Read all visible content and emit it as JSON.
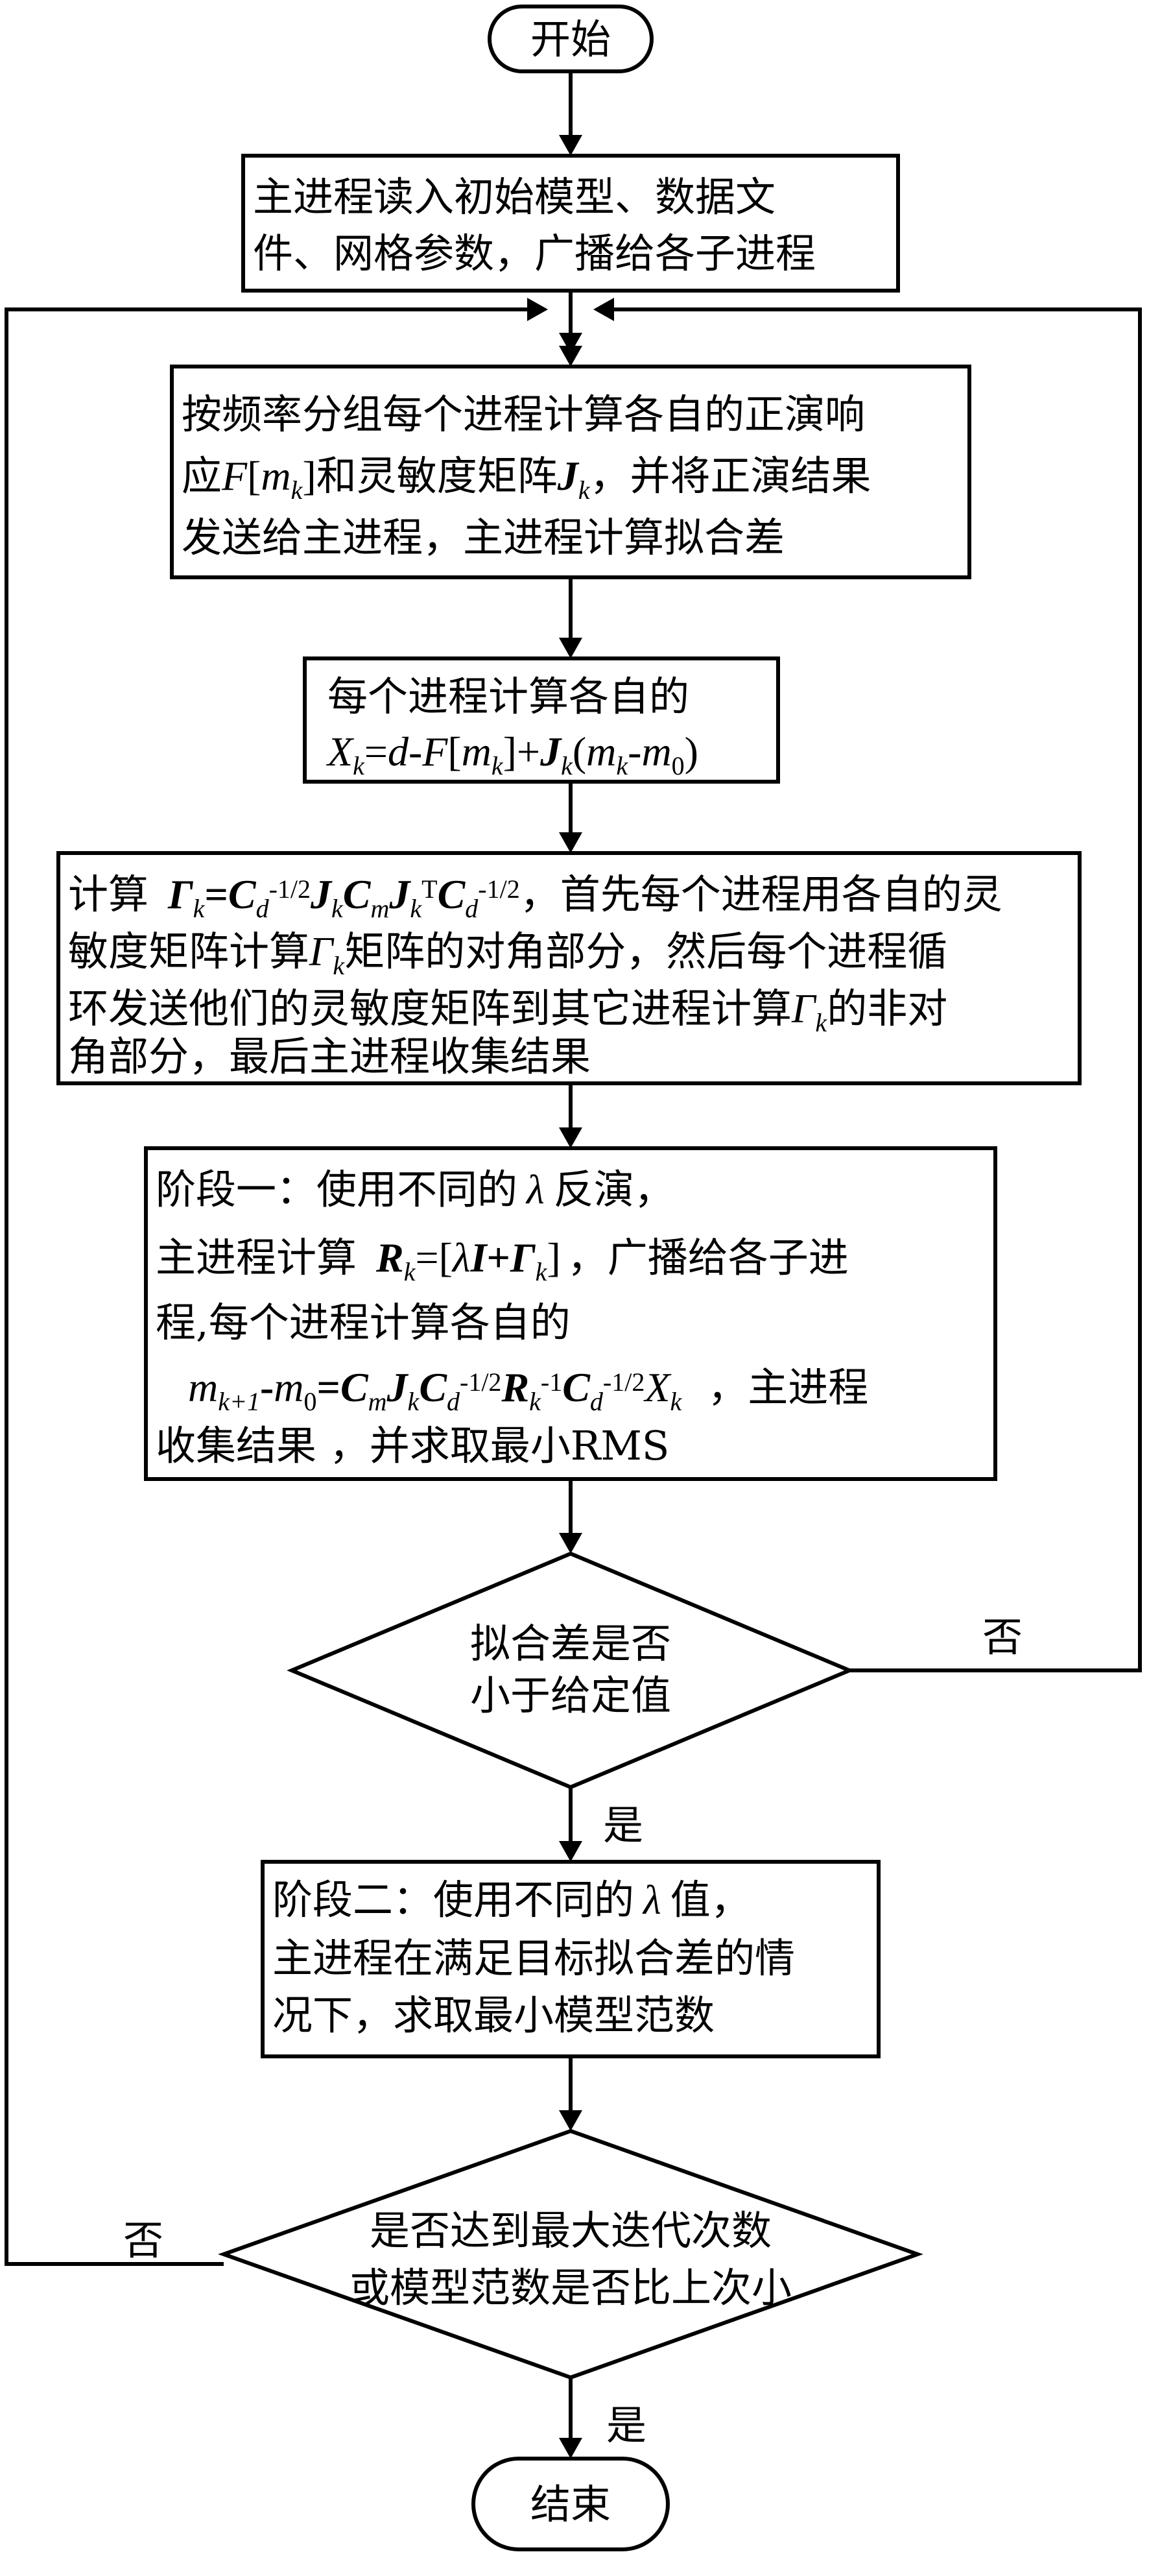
{
  "nodes": {
    "start": "开始",
    "read_model": [
      "主进程读入初始模型、数据文",
      "件、网格参数，广播给各子进程"
    ],
    "forward": [
      "按频率分组每个进程计算各自的正演响",
      "应",
      "和灵敏度矩阵",
      "，并将正演结果",
      "发送给主进程，主进程计算拟合差"
    ],
    "compute_x": [
      "每个进程计算各自的"
    ],
    "gamma": [
      "计算",
      "，首先每个进程用各自的灵",
      "敏度矩阵计算",
      "矩阵的对角部分，然后每个进程循",
      "环发送他们的灵敏度矩阵到其它进程计算",
      "的非对",
      "角部分，最后主进程收集结果"
    ],
    "stage1": [
      "阶段一：使用不同的",
      "反演，",
      "主进程计算",
      "，广播给各子进",
      "程,每个进程计算各自的",
      "，主进程",
      "收集结果 ，并求取最小RMS"
    ],
    "decision1": [
      "拟合差是否",
      "小于给定值"
    ],
    "stage2": [
      "阶段二：使用不同的",
      "值，",
      "主进程在满足目标拟合差的情",
      "况下，求取最小模型范数"
    ],
    "decision2": [
      "是否达到最大迭代次数",
      "或模型范数是否比上次小"
    ],
    "end": "结束"
  },
  "edges": {
    "no1": "否",
    "yes1": "是",
    "no2": "否",
    "yes2": "是"
  },
  "colors": {
    "stroke": "#000000",
    "background": "#ffffff"
  }
}
